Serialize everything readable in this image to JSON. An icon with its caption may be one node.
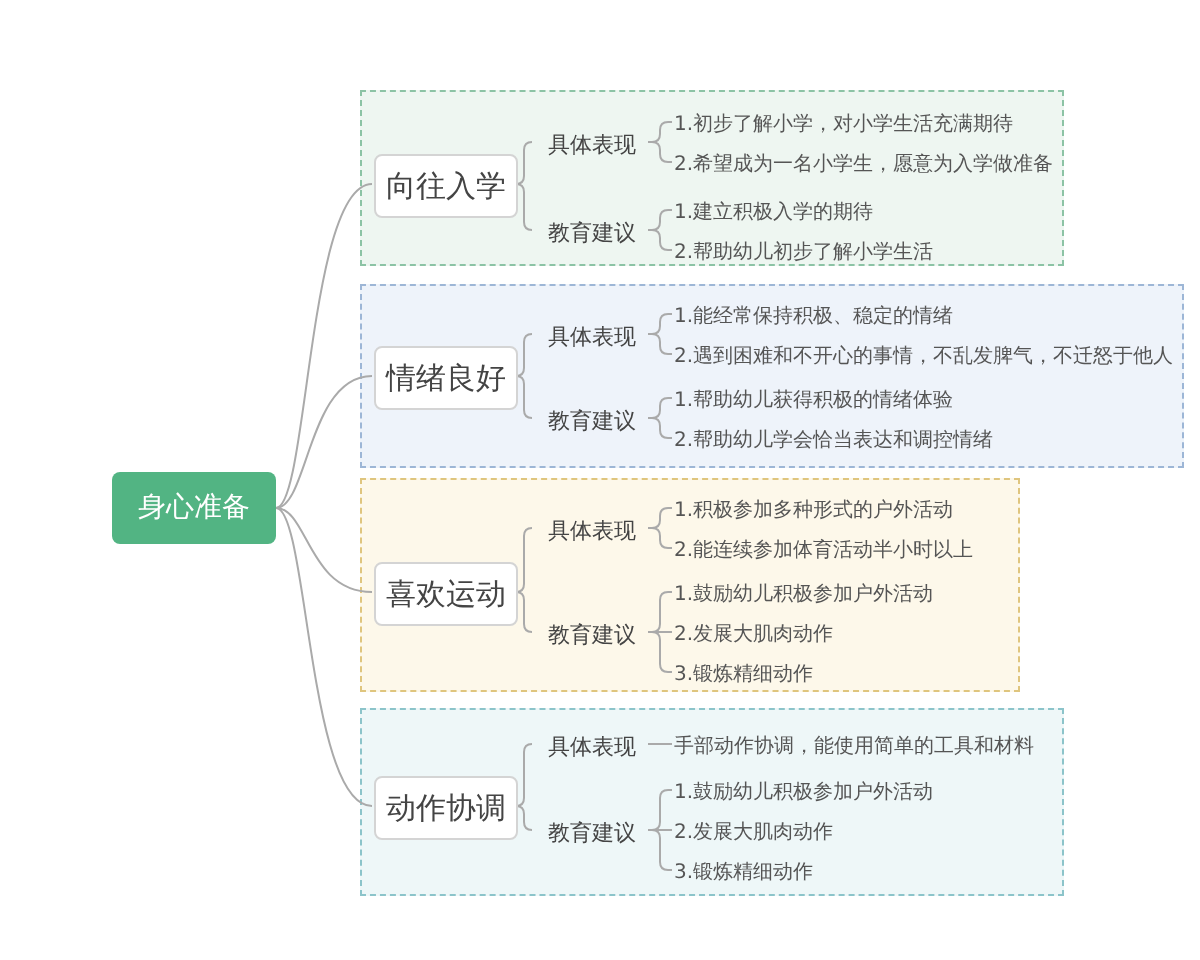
{
  "diagram": {
    "nodes": [
      {
        "text": [
          "身心准备"
        ]
      },
      {
        "text": [],
        "shape": "box"
      },
      {
        "text": [
          "向往入学"
        ],
        "in": 1
      },
      {
        "text": [
          "具体表现"
        ],
        "in": 1
      },
      {
        "text": [
          "1.初步了解小学，对小学生活充满期待"
        ],
        "in": 1
      },
      {
        "text": [
          "2.希望成为一名小学生，愿意为入学做准备"
        ],
        "in": 1
      },
      {
        "text": [
          "教育建议"
        ],
        "in": 1
      },
      {
        "text": [
          "1.建立积极入学的期待"
        ],
        "in": 1
      },
      {
        "text": [
          "2.帮助幼儿初步了解小学生活"
        ],
        "in": 1
      },
      {
        "text": [],
        "shape": "box"
      },
      {
        "text": [
          "情绪良好"
        ],
        "in": 9
      },
      {
        "text": [
          "具体表现"
        ],
        "in": 9
      },
      {
        "text": [
          "1.能经常保持积极、稳定的情绪"
        ],
        "in": 9
      },
      {
        "text": [
          "2.遇到困难和不开心的事情，不乱发脾气，不迁怒于他人"
        ],
        "in": 9
      },
      {
        "text": [
          "教育建议"
        ],
        "in": 9
      },
      {
        "text": [
          "1.帮助幼儿获得积极的情绪体验"
        ],
        "in": 9
      },
      {
        "text": [
          "2.帮助幼儿学会恰当表达和调控情绪"
        ],
        "in": 9
      },
      {
        "text": [],
        "shape": "box"
      },
      {
        "text": [
          "喜欢运动"
        ],
        "in": 17
      },
      {
        "text": [
          "具体表现"
        ],
        "in": 17
      },
      {
        "text": [
          "1.积极参加多种形式的户外活动"
        ],
        "in": 17
      },
      {
        "text": [
          "2.能连续参加体育活动半小时以上"
        ],
        "in": 17
      },
      {
        "text": [
          "教育建议"
        ],
        "in": 17
      },
      {
        "text": [
          "1.鼓励幼儿积极参加户外活动"
        ],
        "in": 17
      },
      {
        "text": [
          "2.发展大肌肉动作"
        ],
        "in": 17
      },
      {
        "text": [
          "3.锻炼精细动作"
        ],
        "in": 17
      },
      {
        "text": [],
        "shape": "box"
      },
      {
        "text": [
          "动作协调"
        ],
        "in": 26
      },
      {
        "text": [
          "具体表现"
        ],
        "in": 26
      },
      {
        "text": [
          "手部动作协调，能使用简单的工具和材料"
        ],
        "in": 26
      },
      {
        "text": [
          "教育建议"
        ],
        "in": 26
      },
      {
        "text": [
          "1.鼓励幼儿积极参加户外活动"
        ],
        "in": 26
      },
      {
        "text": [
          "2.发展大肌肉动作"
        ],
        "in": 26
      },
      {
        "text": [
          "3.锻炼精细动作"
        ],
        "in": 26
      }
    ],
    "edges": [
      {
        "from": 0,
        "to": 2,
        "arrow": "none"
      },
      {
        "from": 0,
        "to": 10,
        "arrow": "none"
      },
      {
        "from": 0,
        "to": 18,
        "arrow": "none"
      },
      {
        "from": 0,
        "to": 27,
        "arrow": "none"
      },
      {
        "from": 2,
        "to": 3,
        "arrow": "none"
      },
      {
        "from": 2,
        "to": 6,
        "arrow": "none"
      },
      {
        "from": 3,
        "to": 4,
        "arrow": "none"
      },
      {
        "from": 3,
        "to": 5,
        "arrow": "none"
      },
      {
        "from": 6,
        "to": 7,
        "arrow": "none"
      },
      {
        "from": 6,
        "to": 8,
        "arrow": "none"
      },
      {
        "from": 10,
        "to": 11,
        "arrow": "none"
      },
      {
        "from": 10,
        "to": 14,
        "arrow": "none"
      },
      {
        "from": 11,
        "to": 12,
        "arrow": "none"
      },
      {
        "from": 11,
        "to": 13,
        "arrow": "none"
      },
      {
        "from": 14,
        "to": 15,
        "arrow": "none"
      },
      {
        "from": 14,
        "to": 16,
        "arrow": "none"
      },
      {
        "from": 18,
        "to": 19,
        "arrow": "none"
      },
      {
        "from": 18,
        "to": 22,
        "arrow": "none"
      },
      {
        "from": 19,
        "to": 20,
        "arrow": "none"
      },
      {
        "from": 19,
        "to": 21,
        "arrow": "none"
      },
      {
        "from": 22,
        "to": 23,
        "arrow": "none"
      },
      {
        "from": 22,
        "to": 24,
        "arrow": "none"
      },
      {
        "from": 22,
        "to": 25,
        "arrow": "none"
      },
      {
        "from": 27,
        "to": 28,
        "arrow": "none"
      },
      {
        "from": 27,
        "to": 30,
        "arrow": "none"
      },
      {
        "from": 28,
        "to": 29,
        "arrow": "none"
      },
      {
        "from": 30,
        "to": 31,
        "arrow": "none"
      },
      {
        "from": 30,
        "to": 32,
        "arrow": "none"
      },
      {
        "from": 30,
        "to": 33,
        "arrow": "none"
      }
    ]
  }
}
